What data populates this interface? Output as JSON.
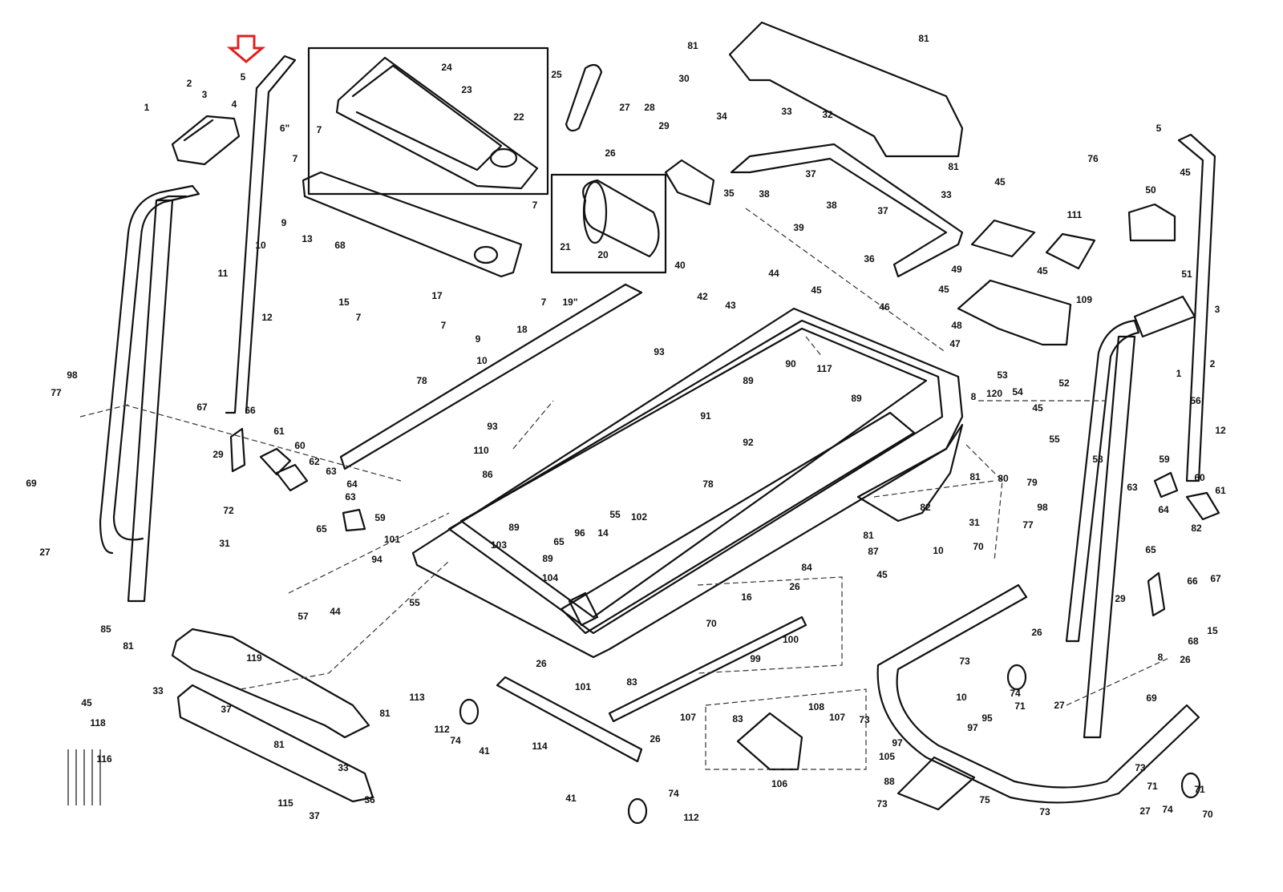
{
  "diagram": {
    "callouts": [
      "5",
      "2",
      "3",
      "1",
      "4",
      "6\"",
      "7",
      "7",
      "9",
      "10",
      "11",
      "12",
      "13",
      "68",
      "15",
      "17",
      "7",
      "7",
      "9",
      "10",
      "18",
      "7",
      "7",
      "24",
      "23",
      "22",
      "25",
      "27",
      "28",
      "29",
      "30",
      "34",
      "26",
      "35",
      "39",
      "40",
      "21",
      "20",
      "19\"",
      "81",
      "81",
      "32",
      "33",
      "37",
      "38",
      "38",
      "37",
      "33",
      "81",
      "36",
      "76",
      "45",
      "45",
      "50",
      "111",
      "49",
      "45",
      "45",
      "109",
      "48",
      "5",
      "51",
      "3",
      "2",
      "1",
      "42",
      "44",
      "45",
      "43",
      "46",
      "93",
      "90",
      "89",
      "117",
      "89",
      "91",
      "47",
      "53",
      "52",
      "8",
      "120",
      "54",
      "45",
      "55",
      "56",
      "12",
      "92",
      "81",
      "80",
      "79",
      "58",
      "59",
      "60",
      "61",
      "63",
      "64",
      "82",
      "65",
      "98",
      "77",
      "31",
      "82",
      "78",
      "81",
      "87",
      "45",
      "84",
      "10",
      "70",
      "66",
      "67",
      "29",
      "15",
      "68",
      "8",
      "26",
      "69",
      "27",
      "71",
      "74",
      "73",
      "10",
      "95",
      "97",
      "105",
      "97",
      "73",
      "75",
      "88",
      "73",
      "73",
      "73",
      "71",
      "74",
      "71",
      "70",
      "27",
      "26",
      "98",
      "77",
      "67",
      "66",
      "61",
      "60",
      "29",
      "62",
      "63",
      "64",
      "63",
      "65",
      "59",
      "69",
      "72",
      "31",
      "27",
      "85",
      "81",
      "119",
      "33",
      "37",
      "81",
      "81",
      "33",
      "115",
      "37",
      "36",
      "45",
      "118",
      "116",
      "57",
      "44",
      "94",
      "55",
      "103",
      "89",
      "101",
      "113",
      "93",
      "110",
      "86",
      "78",
      "65",
      "96",
      "14",
      "55",
      "102",
      "89",
      "104",
      "16",
      "26",
      "70",
      "100",
      "99",
      "26",
      "101",
      "83",
      "112",
      "74",
      "41",
      "114",
      "107",
      "26",
      "112",
      "74",
      "41",
      "83",
      "108",
      "107",
      "106"
    ],
    "accent_color": "#e02020",
    "marker": "red-down-arrow"
  }
}
